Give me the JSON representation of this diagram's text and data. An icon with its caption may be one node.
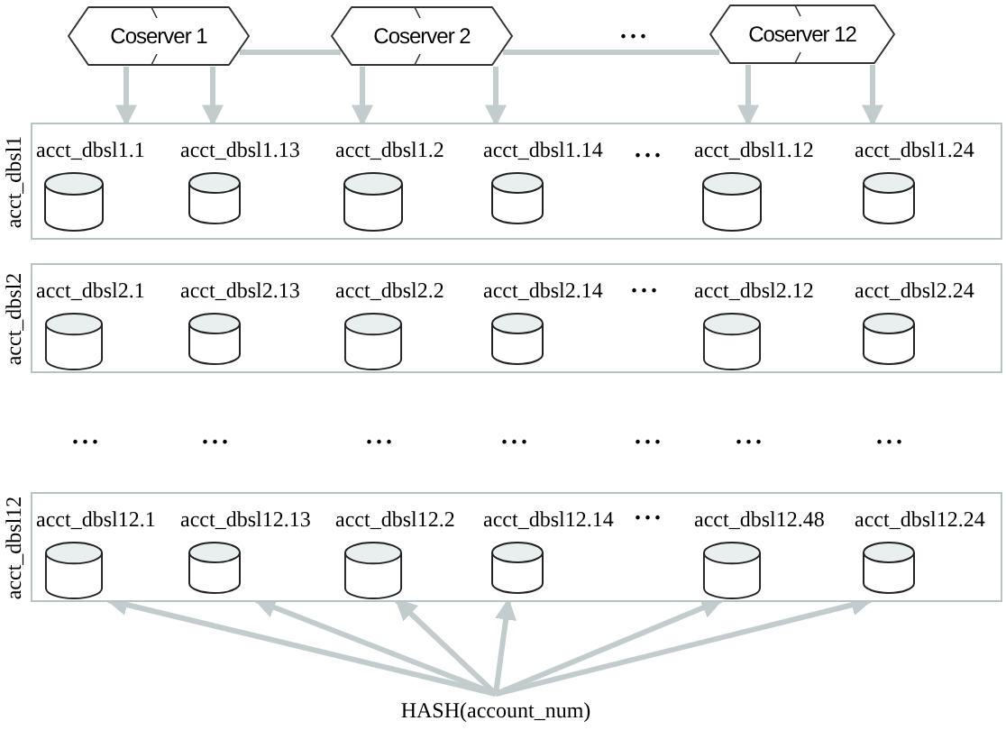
{
  "diagram": {
    "nodes": [
      {
        "text": [
          "Coserver 1"
        ]
      },
      {
        "text": [
          "Coserver 2"
        ]
      },
      {
        "text": [
          "Coserver 12"
        ]
      },
      {
        "text": [
          "acct_dbsl1"
        ]
      },
      {
        "text": [
          "acct_dbsl1.1"
        ],
        "in": 3
      },
      {
        "text": [
          "acct_dbsl1.13"
        ],
        "in": 3
      },
      {
        "text": [
          "acct_dbsl1.2"
        ],
        "in": 3
      },
      {
        "text": [
          "acct_dbsl1.14"
        ],
        "in": 3
      },
      {
        "text": [
          "acct_dbsl1.12"
        ],
        "in": 3
      },
      {
        "text": [
          "acct_dbsl1.24"
        ],
        "in": 3
      },
      {
        "text": [
          "acct_dbsl2"
        ]
      },
      {
        "text": [
          "acct_dbsl2.1"
        ],
        "in": 10
      },
      {
        "text": [
          "acct_dbsl2.13"
        ],
        "in": 10
      },
      {
        "text": [
          "acct_dbsl2.2"
        ],
        "in": 10
      },
      {
        "text": [
          "acct_dbsl2.14"
        ],
        "in": 10
      },
      {
        "text": [
          "acct_dbsl2.12"
        ],
        "in": 10
      },
      {
        "text": [
          "acct_dbsl2.24"
        ],
        "in": 10
      },
      {
        "text": [
          "acct_dbsl12"
        ]
      },
      {
        "text": [
          "acct_dbsl12.1"
        ],
        "in": 17
      },
      {
        "text": [
          "acct_dbsl12.13"
        ],
        "in": 17
      },
      {
        "text": [
          "acct_dbsl12.2"
        ],
        "in": 17
      },
      {
        "text": [
          "acct_dbsl12.14"
        ],
        "in": 17
      },
      {
        "text": [
          "acct_dbsl12.48"
        ],
        "in": 17
      },
      {
        "text": [
          "acct_dbsl12.24"
        ],
        "in": 17
      },
      {
        "text": [
          "HASH(account_num)"
        ]
      }
    ],
    "edges": [
      {
        "from": 0,
        "to": 1,
        "arrow": "none"
      },
      {
        "from": 1,
        "to": 2,
        "arrow": "none"
      },
      {
        "from": 0,
        "to": 4,
        "arrow": "to"
      },
      {
        "from": 0,
        "to": 5,
        "arrow": "to"
      },
      {
        "from": 1,
        "to": 6,
        "arrow": "to"
      },
      {
        "from": 1,
        "to": 7,
        "arrow": "to"
      },
      {
        "from": 2,
        "to": 8,
        "arrow": "to"
      },
      {
        "from": 2,
        "to": 9,
        "arrow": "to"
      },
      {
        "from": 24,
        "to": 18,
        "arrow": "to"
      },
      {
        "from": 24,
        "to": 19,
        "arrow": "to"
      },
      {
        "from": 24,
        "to": 20,
        "arrow": "to"
      },
      {
        "from": 24,
        "to": 21,
        "arrow": "to"
      },
      {
        "from": 24,
        "to": 22,
        "arrow": "to"
      },
      {
        "from": 24,
        "to": 23,
        "arrow": "to"
      }
    ],
    "labels": [
      "...",
      "...",
      "...",
      "...",
      "...",
      "...",
      "...",
      "...",
      "...",
      "...",
      "..."
    ]
  }
}
